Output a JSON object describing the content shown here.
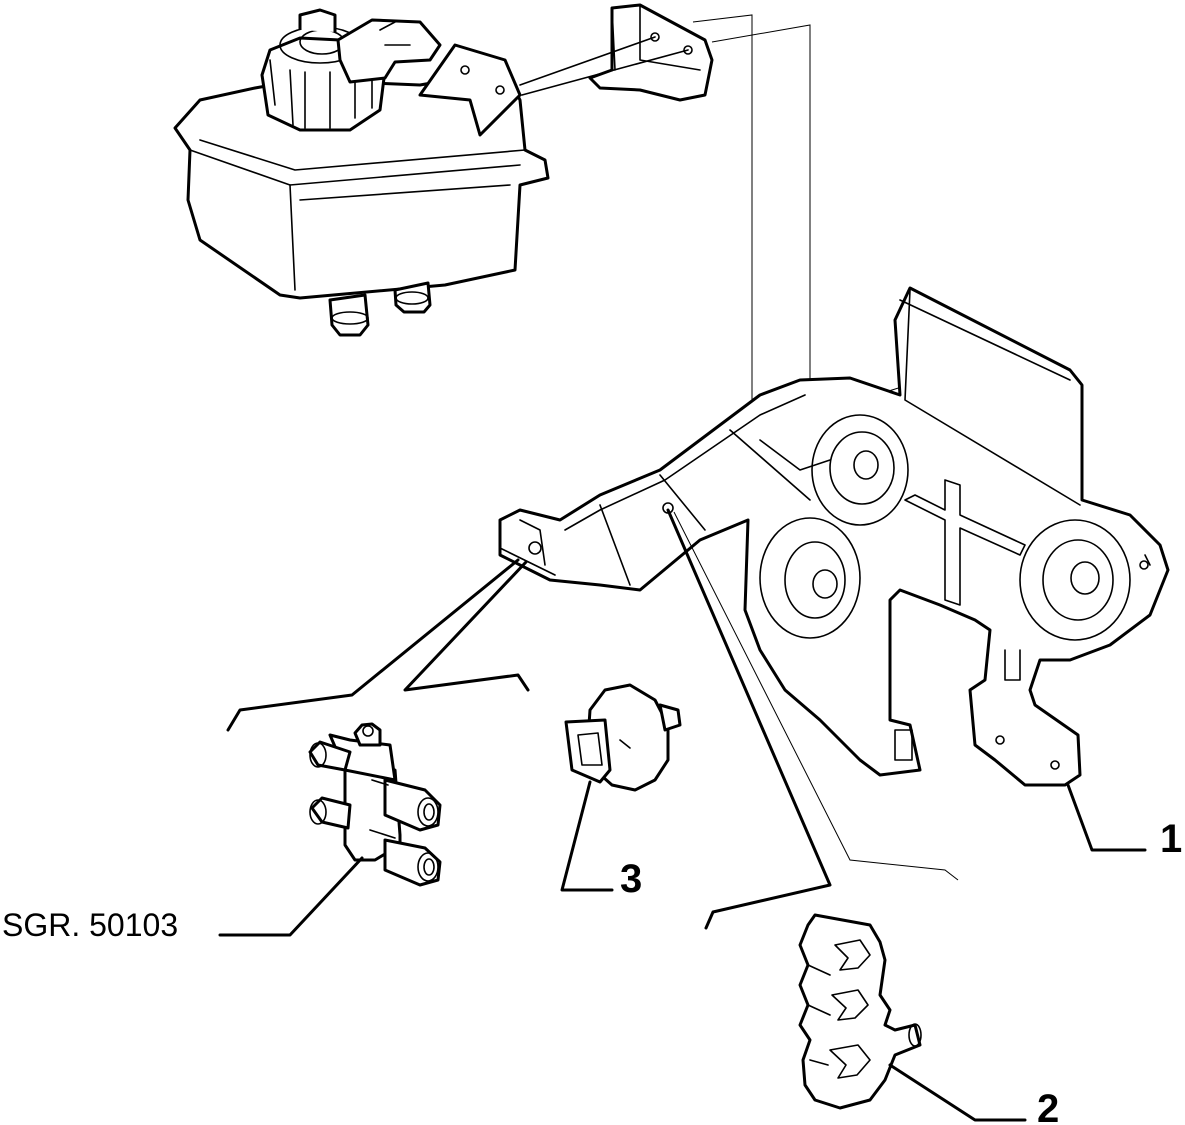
{
  "callouts": {
    "part1": "1",
    "part2": "2",
    "part3": "3",
    "reference": "SGR. 50103"
  },
  "colors": {
    "line": "#000000",
    "background": "#ffffff"
  }
}
